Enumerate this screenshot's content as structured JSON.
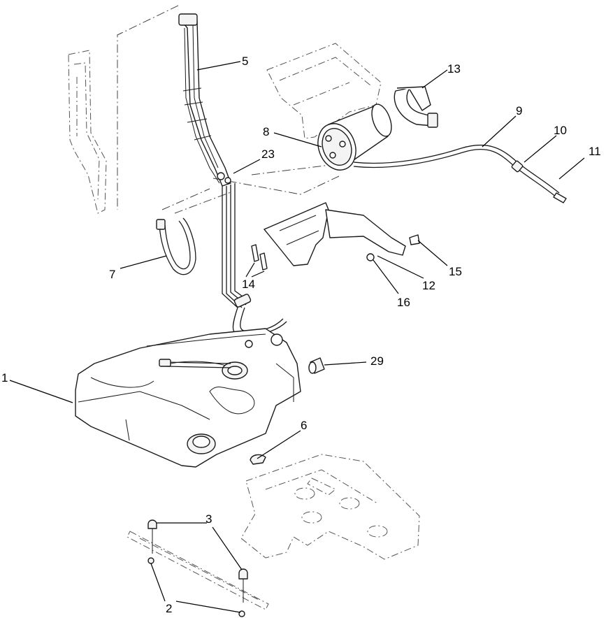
{
  "callouts": {
    "c1": "1",
    "c2": "2",
    "c3": "3",
    "c5": "5",
    "c6": "6",
    "c7": "7",
    "c8": "8",
    "c9": "9",
    "c10": "10",
    "c11": "11",
    "c12": "12",
    "c13": "13",
    "c14": "14",
    "c15": "15",
    "c16": "16",
    "c23": "23",
    "c29": "29"
  },
  "colors": {
    "line": "#1a1a1a",
    "background": "#ffffff"
  }
}
